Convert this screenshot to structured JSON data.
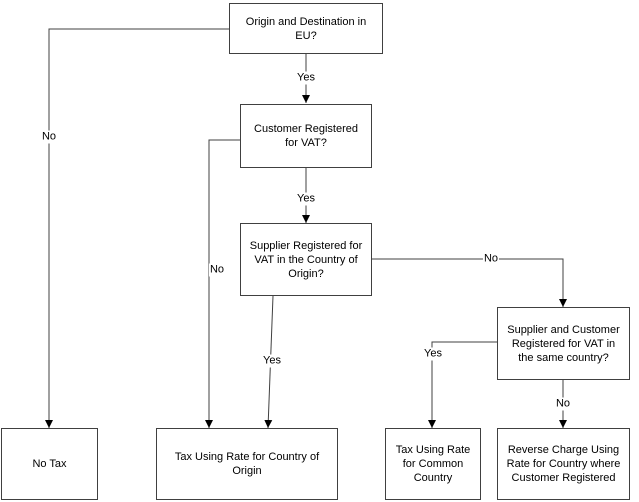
{
  "nodes": {
    "q_origin_dest_eu": "Origin and Destination in EU?",
    "q_customer_registered": "Customer Registered for VAT?",
    "q_supplier_registered": "Supplier Registered for VAT in the Country of Origin?",
    "q_same_country": "Supplier and Customer Registered for VAT in the same country?",
    "r_no_tax": "No Tax",
    "r_origin_rate": "Tax Using Rate for Country of Origin",
    "r_common_rate": "Tax Using Rate for Common Country",
    "r_reverse_charge": "Reverse Charge Using Rate for Country where Customer Registered"
  },
  "edge_labels": {
    "eu_yes": "Yes",
    "eu_no": "No",
    "customer_yes": "Yes",
    "customer_no": "No",
    "supplier_yes": "Yes",
    "supplier_no": "No",
    "same_yes": "Yes",
    "same_no": "No"
  },
  "colors": {
    "line": "#404040",
    "box_border": "#404040"
  }
}
